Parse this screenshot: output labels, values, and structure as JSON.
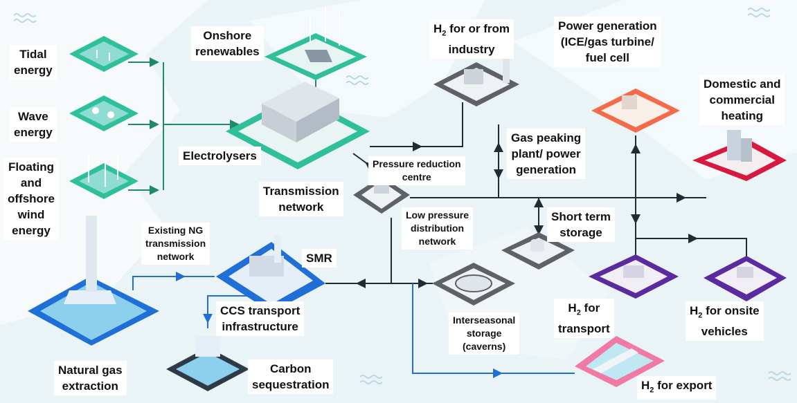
{
  "labels": {
    "tidal": [
      "Tidal",
      "energy"
    ],
    "wave": [
      "Wave",
      "energy"
    ],
    "floating": [
      "Floating",
      "and",
      "offshore",
      "wind",
      "energy"
    ],
    "onshore": [
      "Onshore",
      "renewables"
    ],
    "electrolysers": "Electrolysers",
    "h2_industry": {
      "h": "H",
      "sub": "2",
      "line1_rest": " for or from",
      "line2": "industry"
    },
    "power_generation": [
      "Power generation",
      "(ICE/gas turbine/",
      "fuel cell"
    ],
    "domestic": [
      "Domestic and",
      "commercial",
      "heating"
    ],
    "gas_peaking": [
      "Gas peaking",
      "plant/ power",
      "generation"
    ],
    "pressure_reduction": [
      "Pressure reduction",
      "centre"
    ],
    "transmission": [
      "Transmission",
      "network"
    ],
    "low_pressure": [
      "Low pressure",
      "distribution",
      "network"
    ],
    "short_term": [
      "Short term",
      "storage"
    ],
    "existing_ng": [
      "Existing NG",
      "transmission",
      "network"
    ],
    "smr": "SMR",
    "ccs": [
      "CCS transport",
      "infrastructure"
    ],
    "interseasonal": [
      "Interseasonal",
      "storage",
      "(caverns)"
    ],
    "h2_transport": {
      "h": "H",
      "sub": "2",
      "rest": " for",
      "line2": "transport"
    },
    "h2_onsite": {
      "h": "H",
      "sub": "2",
      "rest": " for onsite",
      "line2": "vehicles"
    },
    "natural_gas": [
      "Natural gas",
      "extraction"
    ],
    "carbon": [
      "Carbon",
      "sequestration"
    ],
    "h2_export": {
      "h": "H",
      "sub": "2",
      "rest": " for export"
    }
  },
  "colors": {
    "background": "#eaf4f7",
    "renewable_green": "#2fbf9a",
    "grey": "#5e6166",
    "orange": "#f36b4a",
    "red": "#d8193f",
    "purple": "#5a2a9e",
    "blue": "#1f6fd6",
    "pink": "#f07aa3",
    "line_green": "#1e8a6a",
    "line_dark": "#222a33"
  }
}
